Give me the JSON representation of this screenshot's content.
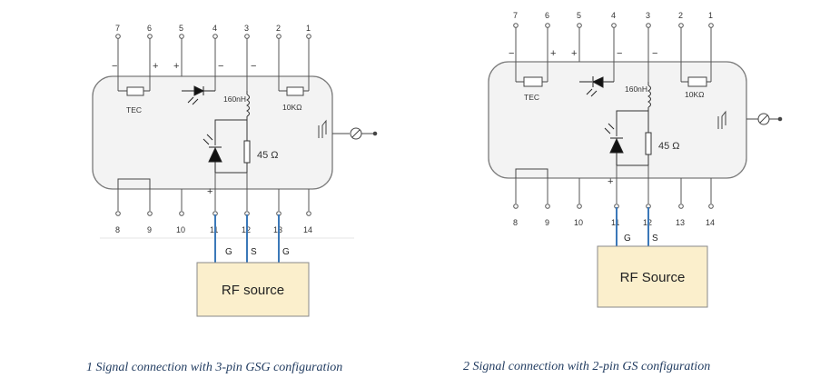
{
  "colors": {
    "package_fill": "#f3f3f3",
    "package_stroke": "#7a7a7a",
    "wire": "#333333",
    "rf_lines": "#3b78b8",
    "rf_box_fill": "#fbefcc",
    "rf_box_stroke": "#8a8a8a",
    "caption": "#1f3a5f"
  },
  "left": {
    "top_pins": [
      "7",
      "6",
      "5",
      "4",
      "3",
      "2",
      "1"
    ],
    "bottom_pins": [
      "8",
      "9",
      "10",
      "11",
      "12",
      "13",
      "14"
    ],
    "tec": "TEC",
    "inductor": "160nH",
    "thermistor": "10KΩ",
    "resistor": "45 Ω",
    "rf_labels": [
      "G",
      "S",
      "G"
    ],
    "rf_box": "RF source",
    "caption": "1  Signal connection with 3-pin GSG configuration"
  },
  "right": {
    "top_pins": [
      "7",
      "6",
      "5",
      "4",
      "3",
      "2",
      "1"
    ],
    "bottom_pins": [
      "8",
      "9",
      "10",
      "11",
      "12",
      "13",
      "14"
    ],
    "tec": "TEC",
    "inductor": "160nH",
    "thermistor": "10KΩ",
    "resistor": "45 Ω",
    "rf_labels": [
      "G",
      "S"
    ],
    "rf_box": "RF Source",
    "caption": "2  Signal connection with 2-pin GS configuration"
  }
}
